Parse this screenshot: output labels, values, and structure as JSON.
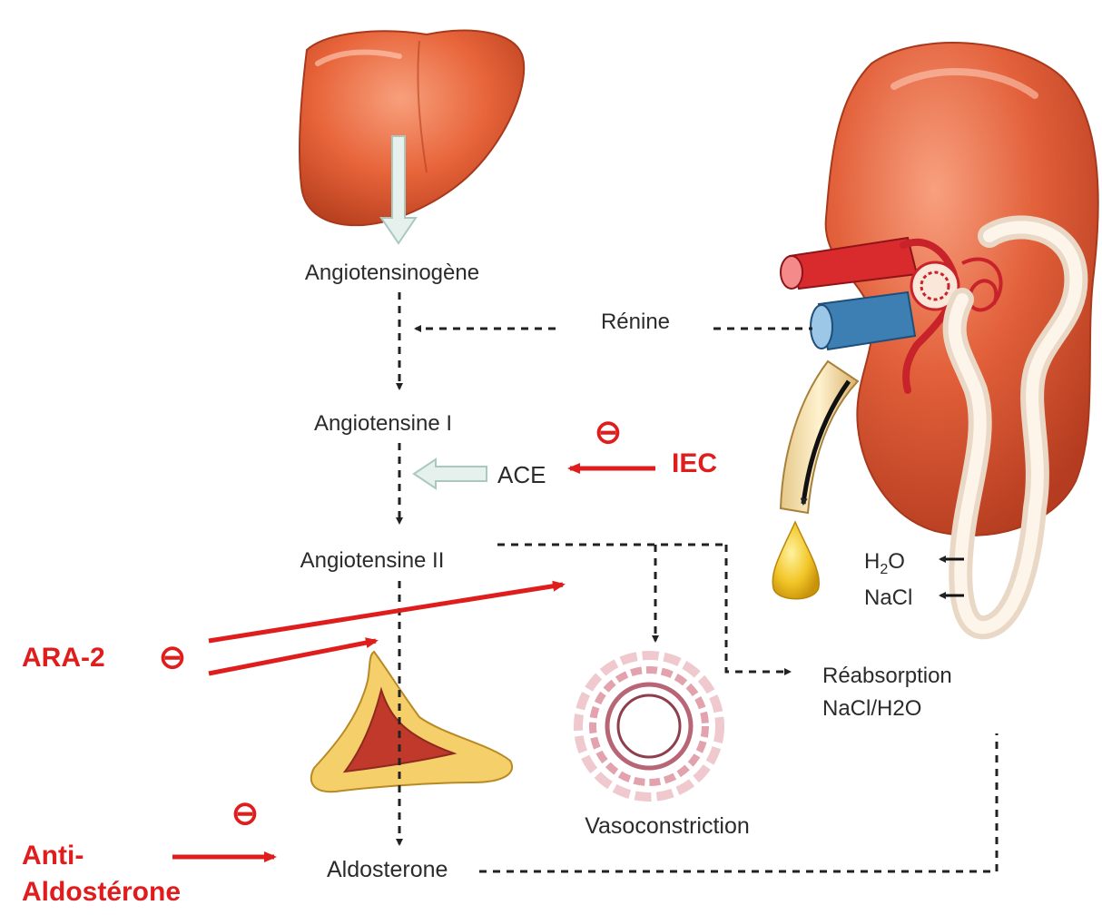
{
  "labels": {
    "angiotensinogen": "Angiotensinogène",
    "renin": "Rénine",
    "angiotensin1": "Angiotensine I",
    "ace": "ACE",
    "angiotensin2": "Angiotensine II",
    "reabsorption_line1": "Réabsorption",
    "reabsorption_line2": "NaCl/H2O",
    "vasoconstriction": "Vasoconstriction",
    "aldosterone": "Aldosterone",
    "h2o_prefix": "H",
    "h2o_sub": "2",
    "h2o_suffix": "O",
    "nacl": "NaCl"
  },
  "drugs": {
    "iec": "IEC",
    "ara2": "ARA-2",
    "anti_line1": "Anti-",
    "anti_line2": "Aldostérone"
  },
  "inhibit_symbol": "⊖",
  "colors": {
    "inhibitor_red": "#e01d1d",
    "organ_orange": "#e8643a",
    "dashed_flow": "#222222",
    "outline_arrow": "#a9c9c0"
  }
}
